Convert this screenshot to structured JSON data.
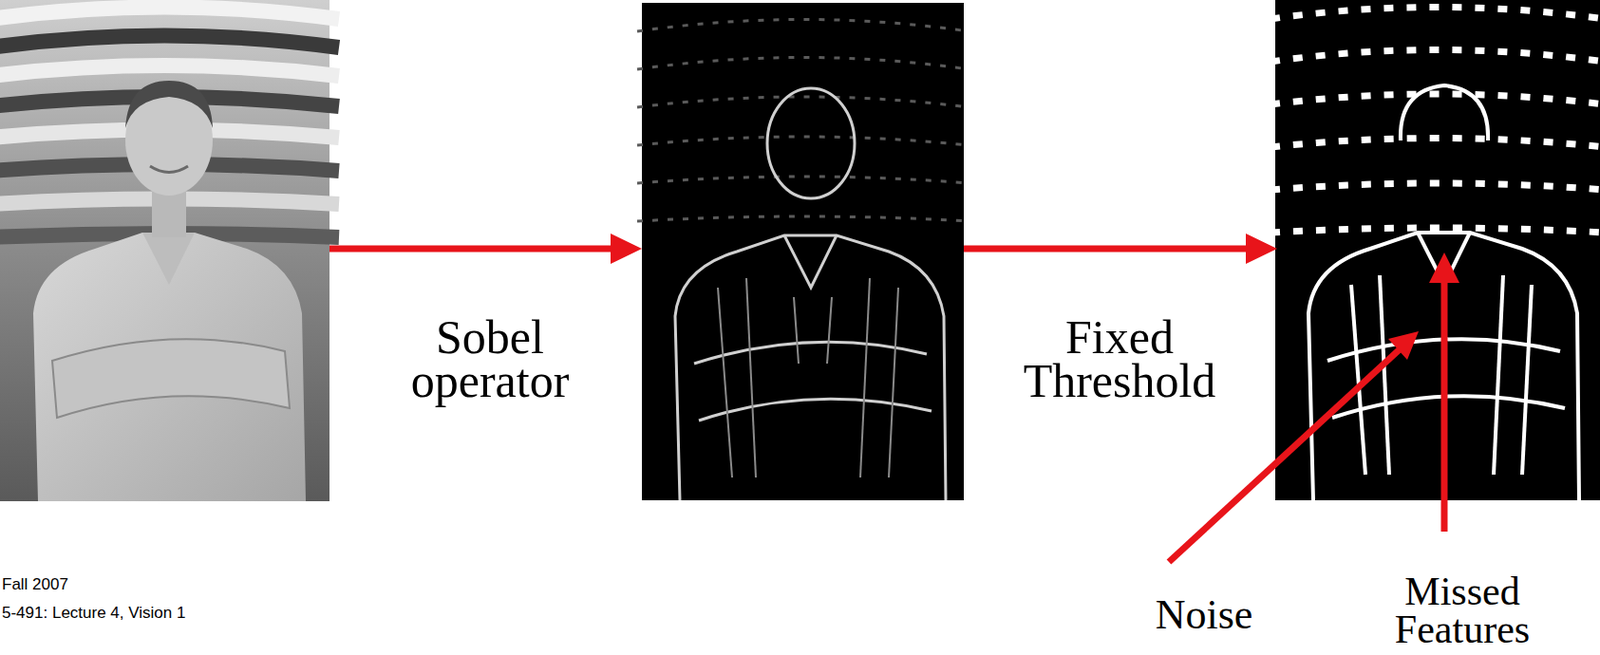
{
  "diagram": {
    "labels": [
      "Sobel operator",
      "Fixed Threshold",
      "Noise",
      "Missed Features",
      "Fall 2007",
      "5-491: Lecture 4, Vision 1"
    ]
  }
}
